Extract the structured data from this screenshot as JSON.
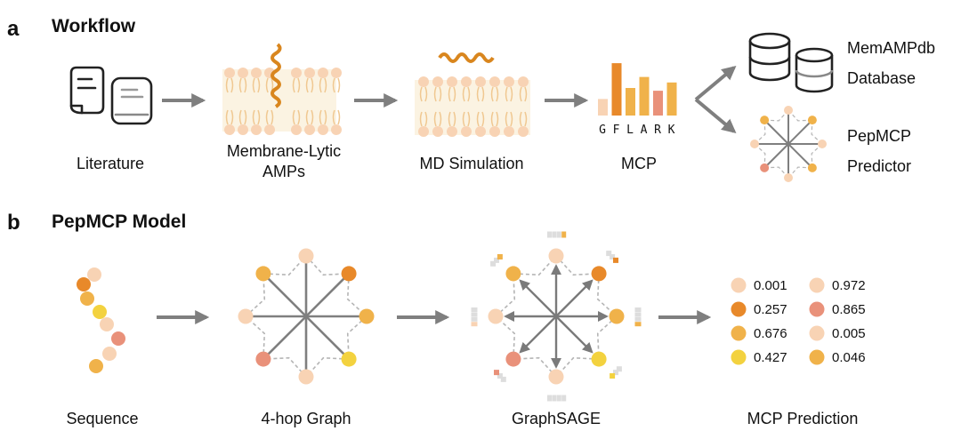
{
  "panel_a": {
    "label": "a",
    "title": "Workflow",
    "captions": {
      "literature": "Literature",
      "amps_line1": "Membrane-Lytic",
      "amps_line2": "AMPs",
      "md": "MD Simulation",
      "mcp": "MCP",
      "db_line1": "MemAMPdb",
      "db_line2": "Database",
      "pred_line1": "PepMCP",
      "pred_line2": "Predictor"
    },
    "mcp_sequence": [
      "G",
      "F",
      "L",
      "A",
      "R",
      "K"
    ],
    "mcp_bar_levels": [
      0.3,
      0.95,
      0.5,
      0.7,
      0.45,
      0.6
    ]
  },
  "panel_b": {
    "label": "b",
    "title": "PepMCP Model",
    "captions": {
      "sequence": "Sequence",
      "graph": "4-hop Graph",
      "sage": "GraphSAGE",
      "prediction": "MCP Prediction"
    },
    "predictions": [
      {
        "value": "0.001",
        "color": "#f8d3b4"
      },
      {
        "value": "0.257",
        "color": "#e8892a"
      },
      {
        "value": "0.676",
        "color": "#f0b24a"
      },
      {
        "value": "0.427",
        "color": "#f3d23f"
      },
      {
        "value": "0.972",
        "color": "#f8d3b4"
      },
      {
        "value": "0.865",
        "color": "#e9917a"
      },
      {
        "value": "0.005",
        "color": "#f8d3b4"
      },
      {
        "value": "0.046",
        "color": "#f0b24a"
      }
    ]
  },
  "colors": {
    "peach": "#f8d3b4",
    "orange": "#e8892a",
    "amber": "#f0b24a",
    "yellow": "#f3d23f",
    "salmon": "#e9917a",
    "arrow": "#7f7f7f",
    "membrane_bg": "#fbf3e2"
  }
}
